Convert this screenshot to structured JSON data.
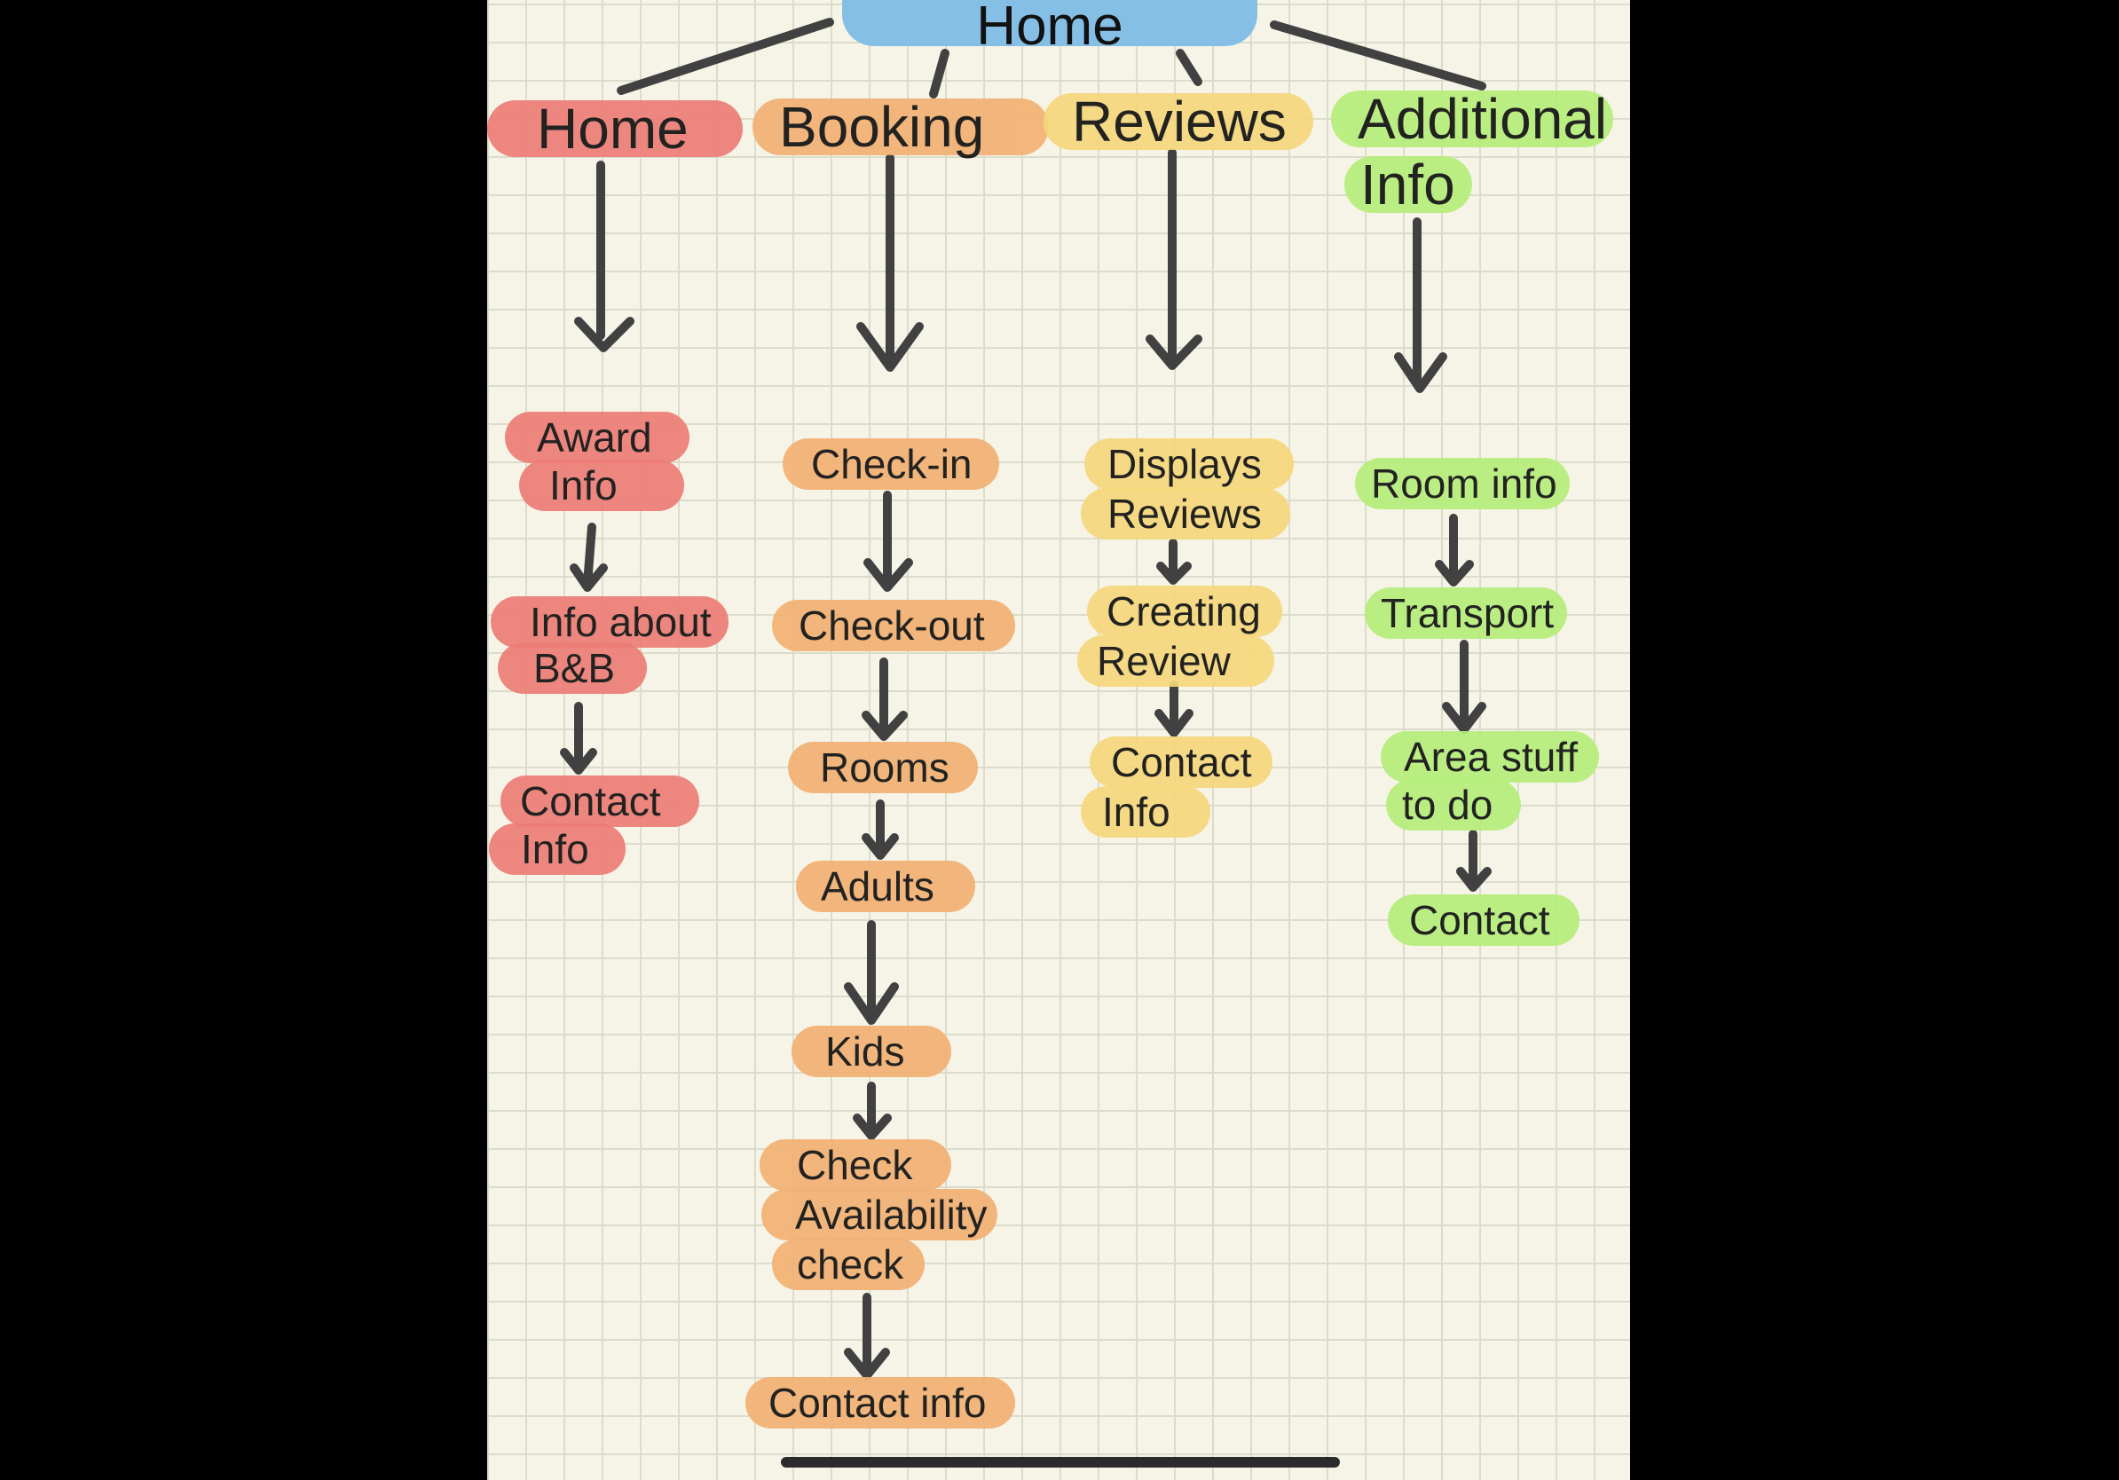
{
  "root": "Home",
  "columns": [
    {
      "title": "Home",
      "color": "red",
      "items": [
        [
          "Award",
          "Info"
        ],
        [
          "Info about",
          "B&B"
        ],
        [
          "Contact",
          "Info"
        ]
      ]
    },
    {
      "title": "Booking",
      "color": "orange",
      "items": [
        [
          "Check-in"
        ],
        [
          "Check-out"
        ],
        [
          "Rooms"
        ],
        [
          "Adults"
        ],
        [
          "Kids"
        ],
        [
          "Check",
          "Availability",
          "check"
        ],
        [
          "Contact info"
        ]
      ]
    },
    {
      "title": "Reviews",
      "color": "yellow",
      "items": [
        [
          "Displays",
          "Reviews"
        ],
        [
          "Creating",
          "Review"
        ],
        [
          "Contact",
          "Info"
        ]
      ]
    },
    {
      "title_lines": [
        "Additional",
        "Info"
      ],
      "color": "green",
      "items": [
        [
          "Room info"
        ],
        [
          "Transport"
        ],
        [
          "Area stuff",
          "to do"
        ],
        [
          "Contact"
        ]
      ]
    }
  ],
  "colors": {
    "root": "#86bfe6",
    "red": "#ec7d76",
    "orange": "#f2b072",
    "yellow": "#f5d77c",
    "green": "#b5ee7b",
    "arrow": "#414141",
    "paper": "#f6f4e7"
  }
}
